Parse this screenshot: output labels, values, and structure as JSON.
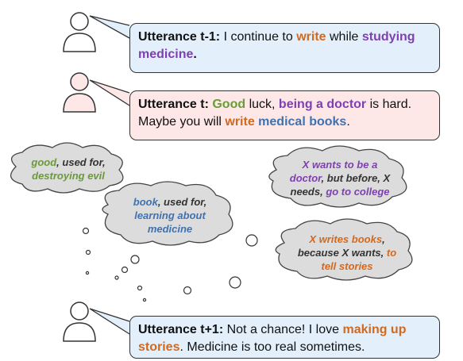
{
  "utterances": [
    {
      "label": "Utterance t-1:",
      "parts": [
        {
          "text": " I continue to ",
          "style": "plain"
        },
        {
          "text": "write",
          "style": "orange"
        },
        {
          "text": " while ",
          "style": "plain"
        },
        {
          "text": "studying medicine",
          "style": "purple"
        },
        {
          "text": ".",
          "style": "bold"
        }
      ]
    },
    {
      "label": "Utterance t:",
      "parts": [
        {
          "text": " ",
          "style": "plain"
        },
        {
          "text": "Good",
          "style": "green"
        },
        {
          "text": " luck, ",
          "style": "plain"
        },
        {
          "text": "being a doctor",
          "style": "purple"
        },
        {
          "text": " is hard. Maybe you will ",
          "style": "plain"
        },
        {
          "text": "write",
          "style": "orange"
        },
        {
          "text": " ",
          "style": "plain"
        },
        {
          "text": "medical books",
          "style": "blue"
        },
        {
          "text": ".",
          "style": "plain"
        }
      ]
    },
    {
      "label": "Utterance t+1:",
      "parts": [
        {
          "text": " Not a chance! I love ",
          "style": "plain"
        },
        {
          "text": "making up stories",
          "style": "orange"
        },
        {
          "text": ". Medicine is too real sometimes.",
          "style": "plain"
        }
      ]
    }
  ],
  "thoughts": {
    "good": [
      {
        "text": "good",
        "style": "green"
      },
      {
        "text": ", used for,",
        "style": "dark"
      },
      {
        "text": "destroying evil",
        "style": "green"
      }
    ],
    "book": [
      {
        "text": "book",
        "style": "blue"
      },
      {
        "text": ", used for,",
        "style": "dark"
      },
      {
        "text": "learning about medicine",
        "style": "blue"
      }
    ],
    "doctor": [
      {
        "text": "X wants to be a doctor",
        "style": "purple"
      },
      {
        "text": ", but before, X needs, ",
        "style": "dark"
      },
      {
        "text": "go to college",
        "style": "purple"
      }
    ],
    "stories": [
      {
        "text": "X writes books",
        "style": "orange"
      },
      {
        "text": ", because X wants, ",
        "style": "dark"
      },
      {
        "text": "to tell stories",
        "style": "orange"
      }
    ]
  },
  "colors": {
    "orange": "#d4691e",
    "purple": "#7e3fb0",
    "blue": "#3f72b0",
    "green": "#6a9a3a",
    "cloud_fill": "#dcdcdc",
    "bubble_blue": "#e3f0fb",
    "bubble_pink": "#fde7e7"
  },
  "icons": [
    "person-icon",
    "person-icon-pink",
    "person-icon",
    "thought-dots"
  ]
}
